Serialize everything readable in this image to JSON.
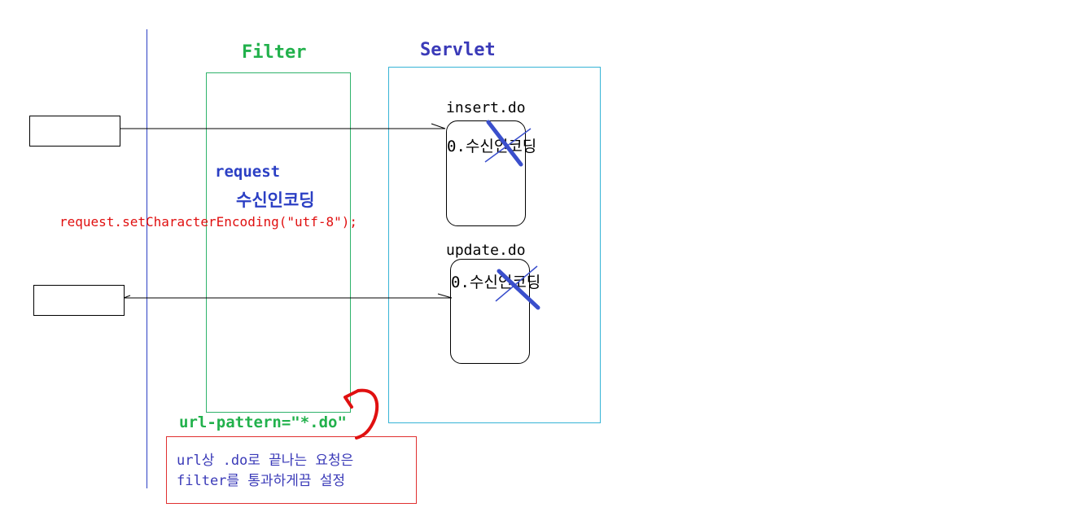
{
  "filter": {
    "title": "Filter",
    "line1": "request",
    "line2": "수신인코딩"
  },
  "servlet": {
    "title": "Servlet"
  },
  "code": "request.setCharacterEncoding(\"utf-8\");",
  "insert": {
    "name": "insert.do",
    "step": "0.수신인코딩"
  },
  "update": {
    "name": "update.do",
    "step": "0.수신인코딩"
  },
  "url_pattern": "url-pattern=\"*.do\"",
  "note": {
    "line1": "url상 .do로 끝나는 요청은",
    "line2": "filter를 통과하게끔 설정"
  },
  "colors": {
    "filter": "#22b14c",
    "servlet": "#3a3ab8",
    "servlet_border": "#36b4d6",
    "code": "#e01010",
    "strike": "#3a4fcc",
    "note_border": "#e03030",
    "divider": "#2b3fc4"
  }
}
